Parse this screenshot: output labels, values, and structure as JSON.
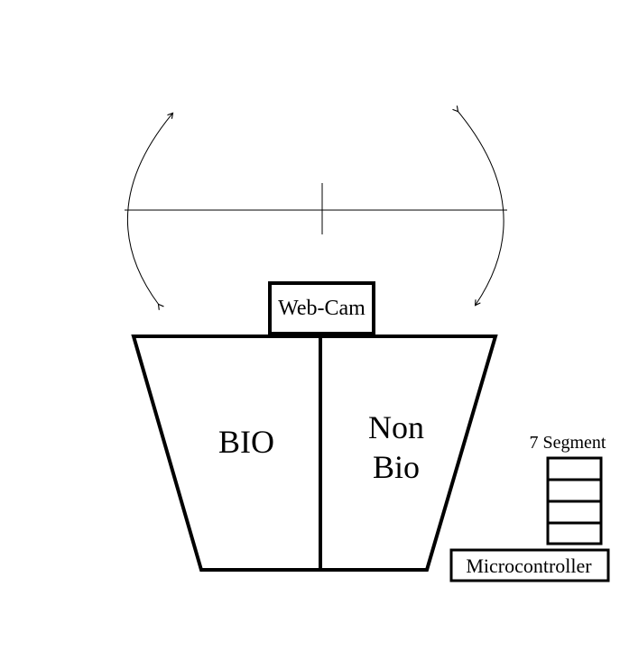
{
  "labels": {
    "webcam": "Web-Cam",
    "bio": "BIO",
    "non_bio_line1": "Non",
    "non_bio_line2": "Bio",
    "seven_segment": "7 Segment",
    "microcontroller": "Microcontroller"
  },
  "colors": {
    "stroke": "#000000",
    "background": "#ffffff"
  }
}
